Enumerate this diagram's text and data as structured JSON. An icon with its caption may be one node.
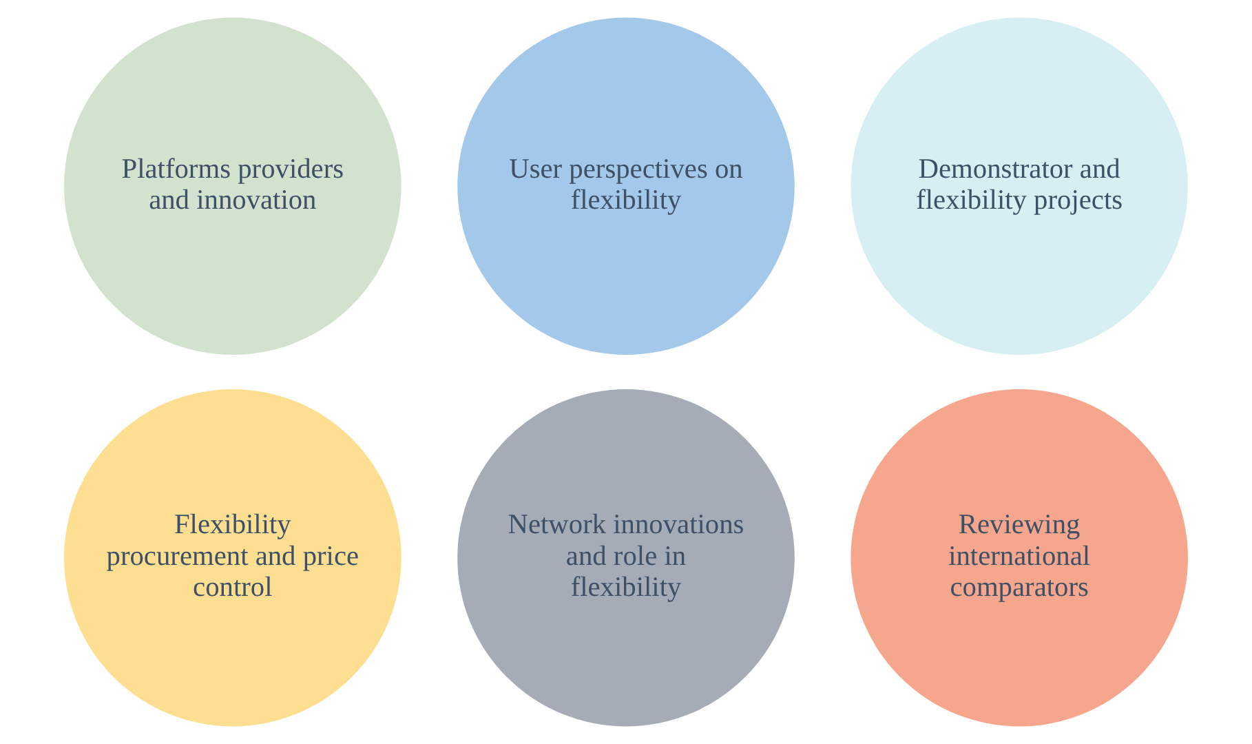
{
  "diagram": {
    "nodes": [
      {
        "text": [
          "Platforms providers and innovation"
        ]
      },
      {
        "text": [
          "User perspectives on flexibility"
        ]
      },
      {
        "text": [
          "Demonstrator and flexibility projects"
        ]
      },
      {
        "text": [
          "Flexibility procurement and price control"
        ]
      },
      {
        "text": [
          "Network innovations and role in flexibility"
        ]
      },
      {
        "text": [
          "Reviewing international comparators"
        ]
      }
    ]
  }
}
